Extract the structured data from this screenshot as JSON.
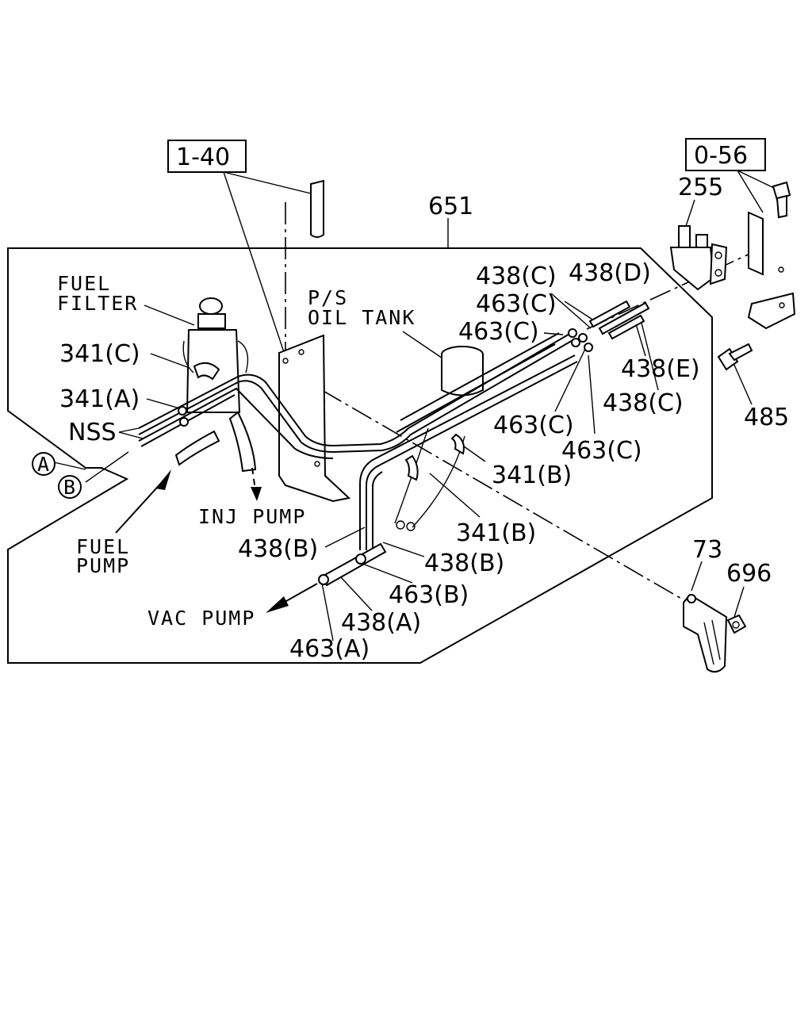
{
  "refs": {
    "r1": "1-40",
    "r2": "0-56"
  },
  "labels": {
    "l651": "651",
    "l255": "255",
    "fuel_filter_1": "FUEL",
    "fuel_filter_2": "FILTER",
    "ps_1": "P/S",
    "ps_2": "OIL TANK",
    "l438c_1": "438(C)",
    "l438d": "438(D)",
    "l463c_1": "463(C)",
    "l463c_2": "463(C)",
    "l341c": "341(C)",
    "l341a": "341(A)",
    "nss": "NSS",
    "circ_a": "A",
    "circ_b": "B",
    "l438e": "438(E)",
    "l438c_2": "438(C)",
    "l485": "485",
    "l463c_3": "463(C)",
    "l463c_4": "463(C)",
    "l341b_1": "341(B)",
    "inj_pump": "INJ PUMP",
    "l341b_2": "341(B)",
    "fuel_pump_1": "FUEL",
    "fuel_pump_2": "PUMP",
    "l438b_1": "438(B)",
    "l438b_2": "438(B)",
    "l73": "73",
    "l696": "696",
    "l463b": "463(B)",
    "vac_pump": "VAC PUMP",
    "l438a": "438(A)",
    "l463a": "463(A)"
  }
}
